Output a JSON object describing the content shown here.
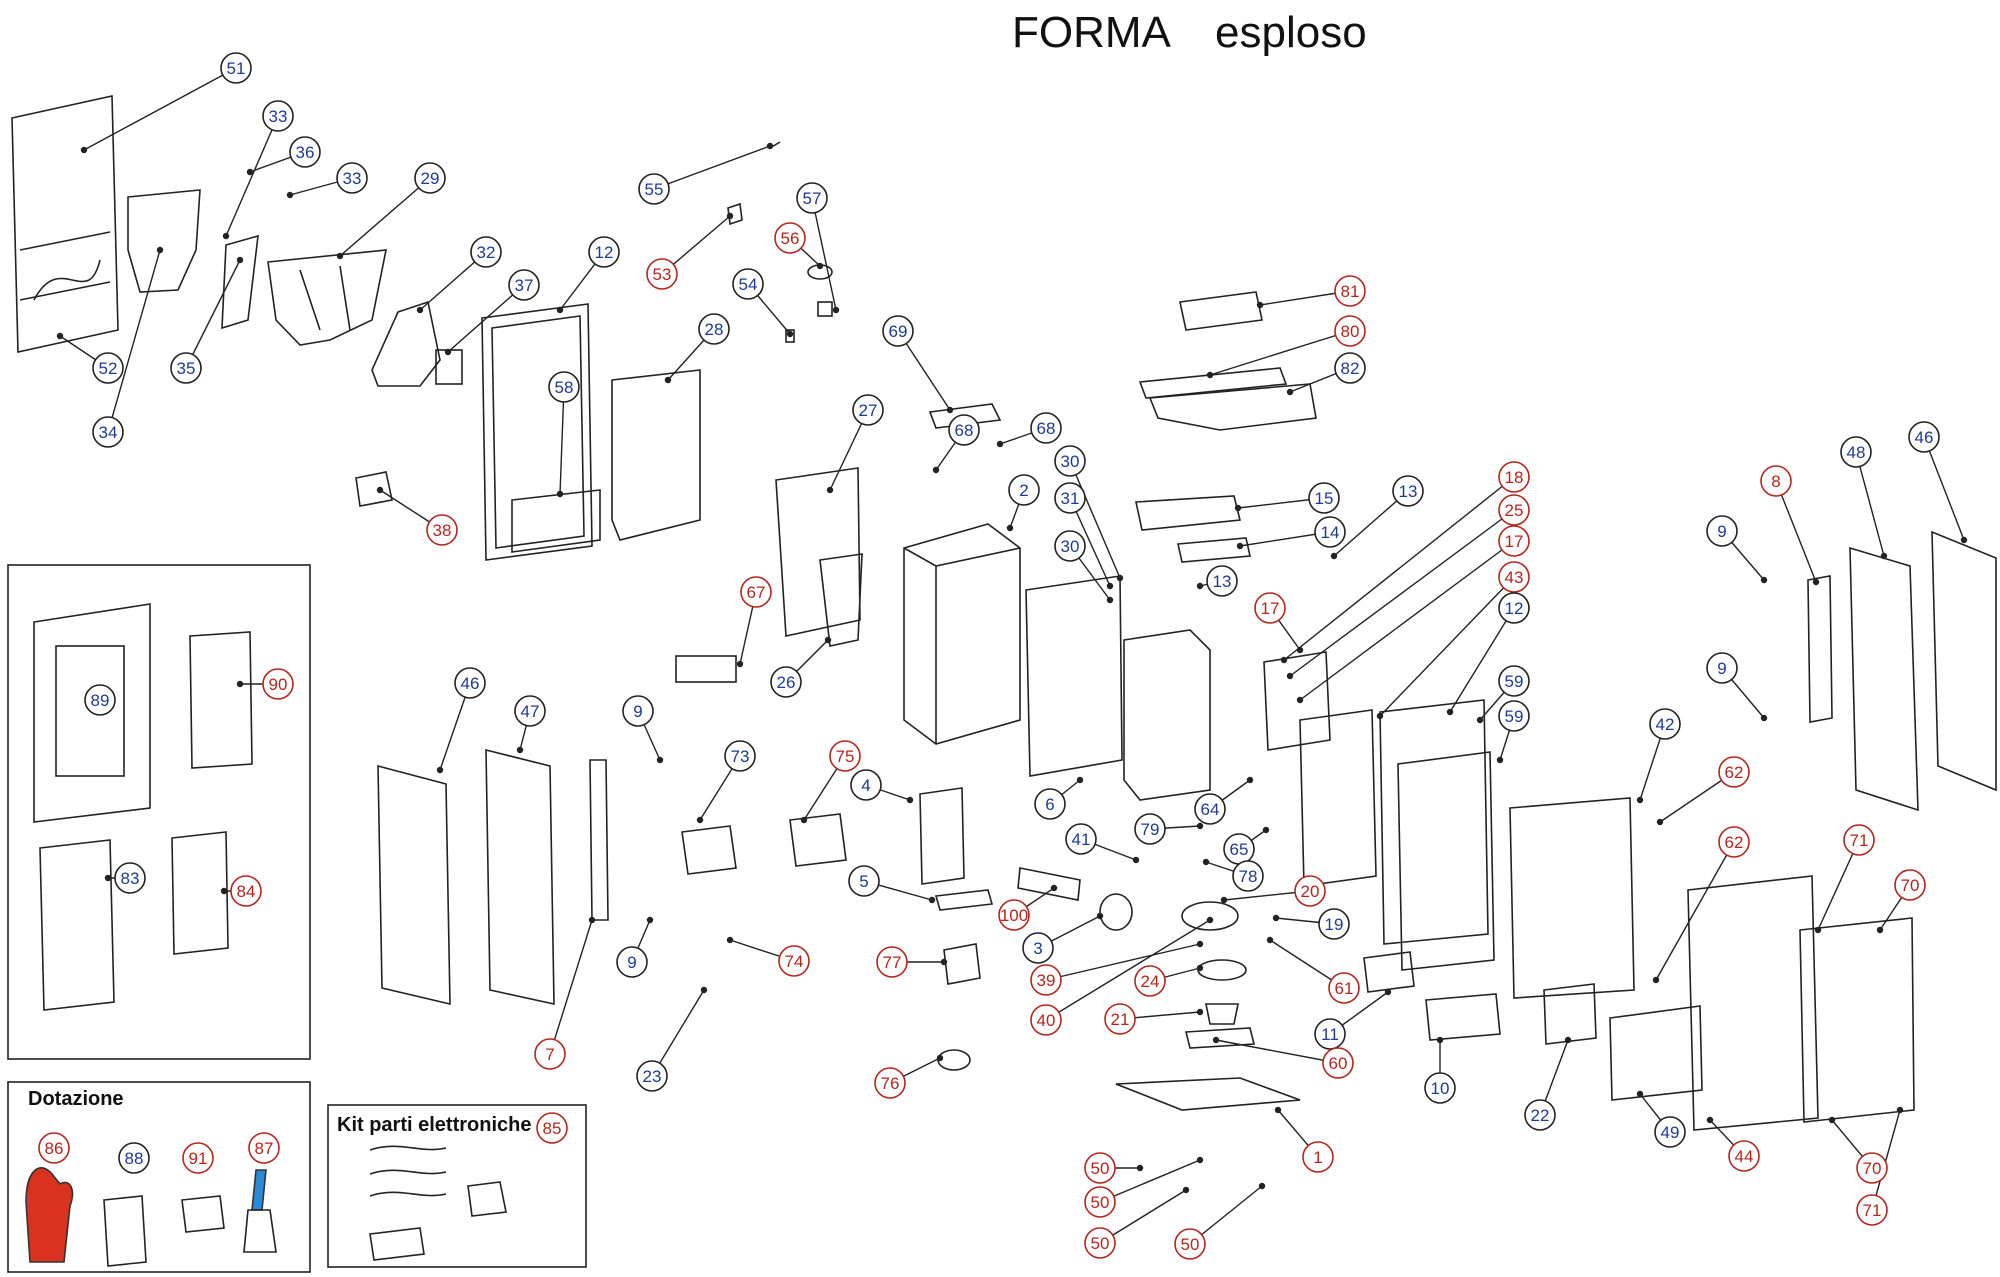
{
  "title": "FORMA",
  "subtitle": "esploso",
  "boxes": {
    "dotazione": "Dotazione",
    "kit": "Kit parti elettroniche"
  },
  "colors": {
    "blue_callout": "#1f3a93",
    "red_callout": "#b3261e",
    "line": "#222222",
    "glove": "#d9321e",
    "handle": "#2a8ad8"
  },
  "callouts": [
    {
      "label": "51",
      "tone": "blue"
    },
    {
      "label": "33",
      "tone": "blue"
    },
    {
      "label": "36",
      "tone": "blue"
    },
    {
      "label": "33",
      "tone": "blue"
    },
    {
      "label": "29",
      "tone": "blue"
    },
    {
      "label": "32",
      "tone": "blue"
    },
    {
      "label": "37",
      "tone": "blue"
    },
    {
      "label": "12",
      "tone": "blue"
    },
    {
      "label": "52",
      "tone": "blue"
    },
    {
      "label": "35",
      "tone": "blue"
    },
    {
      "label": "34",
      "tone": "blue"
    },
    {
      "label": "38",
      "tone": "red"
    },
    {
      "label": "58",
      "tone": "blue"
    },
    {
      "label": "28",
      "tone": "blue"
    },
    {
      "label": "55",
      "tone": "blue"
    },
    {
      "label": "53",
      "tone": "red"
    },
    {
      "label": "57",
      "tone": "blue"
    },
    {
      "label": "56",
      "tone": "red"
    },
    {
      "label": "54",
      "tone": "blue"
    },
    {
      "label": "69",
      "tone": "blue"
    },
    {
      "label": "81",
      "tone": "red"
    },
    {
      "label": "80",
      "tone": "red"
    },
    {
      "label": "82",
      "tone": "blue"
    },
    {
      "label": "27",
      "tone": "blue"
    },
    {
      "label": "68",
      "tone": "blue"
    },
    {
      "label": "68",
      "tone": "blue"
    },
    {
      "label": "2",
      "tone": "blue"
    },
    {
      "label": "30",
      "tone": "blue"
    },
    {
      "label": "31",
      "tone": "blue"
    },
    {
      "label": "30",
      "tone": "blue"
    },
    {
      "label": "15",
      "tone": "blue"
    },
    {
      "label": "13",
      "tone": "blue"
    },
    {
      "label": "14",
      "tone": "blue"
    },
    {
      "label": "13",
      "tone": "blue"
    },
    {
      "label": "18",
      "tone": "red"
    },
    {
      "label": "25",
      "tone": "red"
    },
    {
      "label": "17",
      "tone": "red"
    },
    {
      "label": "17",
      "tone": "red"
    },
    {
      "label": "43",
      "tone": "red"
    },
    {
      "label": "12",
      "tone": "blue"
    },
    {
      "label": "67",
      "tone": "red"
    },
    {
      "label": "26",
      "tone": "blue"
    },
    {
      "label": "8",
      "tone": "red"
    },
    {
      "label": "48",
      "tone": "blue"
    },
    {
      "label": "46",
      "tone": "blue"
    },
    {
      "label": "9",
      "tone": "blue"
    },
    {
      "label": "9",
      "tone": "blue"
    },
    {
      "label": "89",
      "tone": "blue"
    },
    {
      "label": "90",
      "tone": "red"
    },
    {
      "label": "46",
      "tone": "blue"
    },
    {
      "label": "47",
      "tone": "blue"
    },
    {
      "label": "9",
      "tone": "blue"
    },
    {
      "label": "73",
      "tone": "blue"
    },
    {
      "label": "75",
      "tone": "red"
    },
    {
      "label": "4",
      "tone": "blue"
    },
    {
      "label": "6",
      "tone": "blue"
    },
    {
      "label": "64",
      "tone": "blue"
    },
    {
      "label": "59",
      "tone": "blue"
    },
    {
      "label": "59",
      "tone": "blue"
    },
    {
      "label": "42",
      "tone": "blue"
    },
    {
      "label": "62",
      "tone": "red"
    },
    {
      "label": "62",
      "tone": "red"
    },
    {
      "label": "79",
      "tone": "blue"
    },
    {
      "label": "65",
      "tone": "blue"
    },
    {
      "label": "41",
      "tone": "blue"
    },
    {
      "label": "78",
      "tone": "blue"
    },
    {
      "label": "83",
      "tone": "blue"
    },
    {
      "label": "84",
      "tone": "red"
    },
    {
      "label": "5",
      "tone": "blue"
    },
    {
      "label": "100",
      "tone": "red"
    },
    {
      "label": "20",
      "tone": "red"
    },
    {
      "label": "19",
      "tone": "blue"
    },
    {
      "label": "71",
      "tone": "red"
    },
    {
      "label": "70",
      "tone": "red"
    },
    {
      "label": "9",
      "tone": "blue"
    },
    {
      "label": "74",
      "tone": "red"
    },
    {
      "label": "77",
      "tone": "red"
    },
    {
      "label": "3",
      "tone": "blue"
    },
    {
      "label": "39",
      "tone": "red"
    },
    {
      "label": "24",
      "tone": "red"
    },
    {
      "label": "61",
      "tone": "red"
    },
    {
      "label": "40",
      "tone": "red"
    },
    {
      "label": "21",
      "tone": "red"
    },
    {
      "label": "11",
      "tone": "blue"
    },
    {
      "label": "7",
      "tone": "red"
    },
    {
      "label": "23",
      "tone": "blue"
    },
    {
      "label": "60",
      "tone": "red"
    },
    {
      "label": "76",
      "tone": "red"
    },
    {
      "label": "10",
      "tone": "blue"
    },
    {
      "label": "22",
      "tone": "blue"
    },
    {
      "label": "49",
      "tone": "blue"
    },
    {
      "label": "44",
      "tone": "red"
    },
    {
      "label": "70",
      "tone": "red"
    },
    {
      "label": "71",
      "tone": "red"
    },
    {
      "label": "1",
      "tone": "red"
    },
    {
      "label": "50",
      "tone": "red"
    },
    {
      "label": "50",
      "tone": "red"
    },
    {
      "label": "50",
      "tone": "red"
    },
    {
      "label": "50",
      "tone": "red"
    },
    {
      "label": "86",
      "tone": "red"
    },
    {
      "label": "88",
      "tone": "blue"
    },
    {
      "label": "91",
      "tone": "red"
    },
    {
      "label": "87",
      "tone": "red"
    },
    {
      "label": "85",
      "tone": "red"
    }
  ]
}
